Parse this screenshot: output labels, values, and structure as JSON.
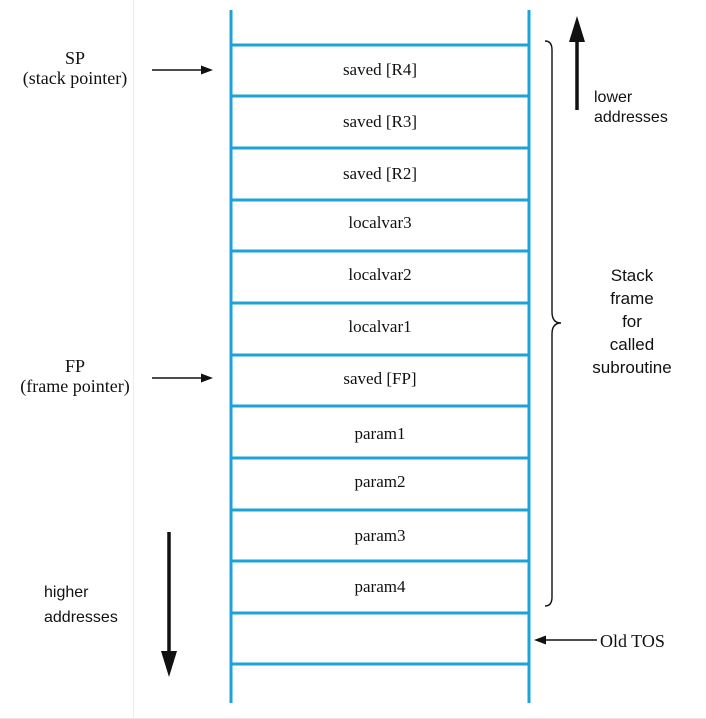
{
  "pointers": {
    "sp": {
      "name": "SP",
      "desc": "(stack pointer)"
    },
    "fp": {
      "name": "FP",
      "desc": "(frame pointer)"
    },
    "old_tos": "Old TOS"
  },
  "stack_slots": [
    "saved [R4]",
    "saved [R3]",
    "saved [R2]",
    "localvar3",
    "localvar2",
    "localvar1",
    "saved [FP]",
    "param1",
    "param2",
    "param3",
    "param4",
    ""
  ],
  "brace_label": [
    "Stack",
    "frame",
    "for",
    "called",
    "subroutine"
  ],
  "directions": {
    "lower": [
      "lower",
      "addresses"
    ],
    "higher": [
      "higher",
      "addresses"
    ]
  },
  "colors": {
    "stack_line": "#1ea3d6",
    "text": "#111111",
    "arrow": "#111111"
  }
}
